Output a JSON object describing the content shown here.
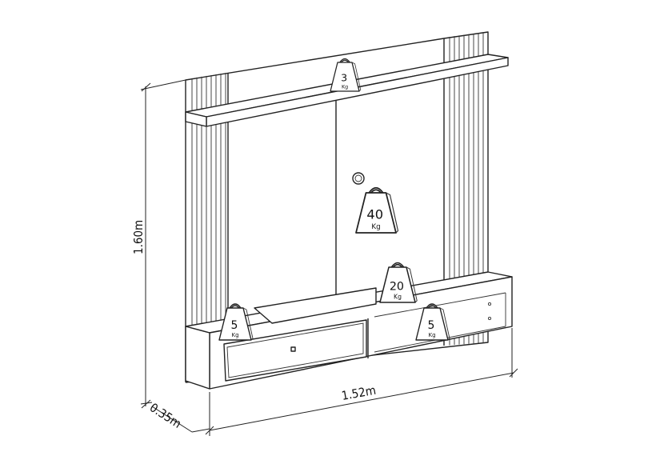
{
  "dimensions": {
    "height": "1.60m",
    "width": "1.52m",
    "depth": "0.35m"
  },
  "weights": [
    {
      "value": "3",
      "unit": "Kg",
      "location": "top-shelf"
    },
    {
      "value": "40",
      "unit": "Kg",
      "location": "tv-mount"
    },
    {
      "value": "20",
      "unit": "Kg",
      "location": "top-of-rack"
    },
    {
      "value": "5",
      "unit": "Kg",
      "location": "left-compartment"
    },
    {
      "value": "5",
      "unit": "Kg",
      "location": "right-compartment"
    }
  ]
}
